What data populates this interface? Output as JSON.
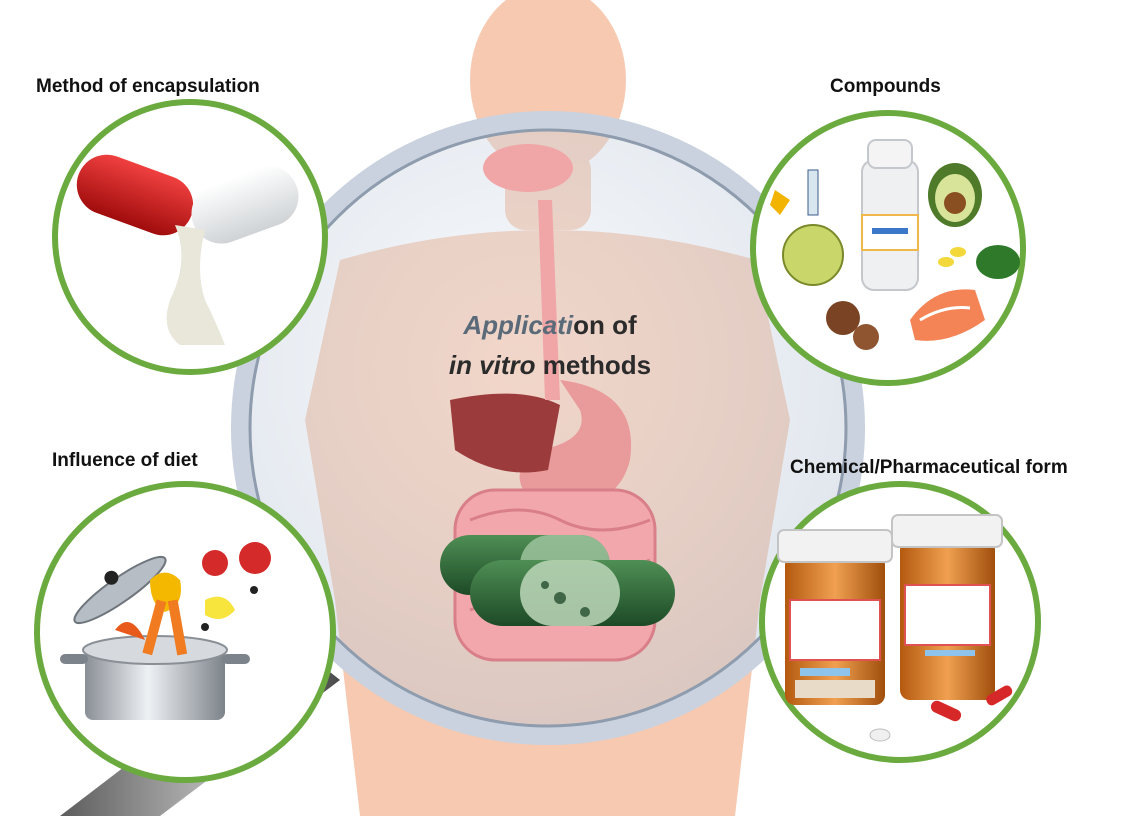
{
  "center": {
    "line1_italic": "Applicati",
    "line1_rest": "on of",
    "line2_italic": "in vitro",
    "line2_rest": " methods"
  },
  "labels": {
    "encapsulation": "Method of encapsulation",
    "compounds": "Compounds",
    "diet": "Influence of diet",
    "form": "Chemical/Pharmaceutical form"
  },
  "colors": {
    "ring_green": "#6aaa3f",
    "lens_frame": "#c9d2de",
    "body_skin": "#f6c9b0",
    "capsule_green": "#2f6b3a"
  }
}
